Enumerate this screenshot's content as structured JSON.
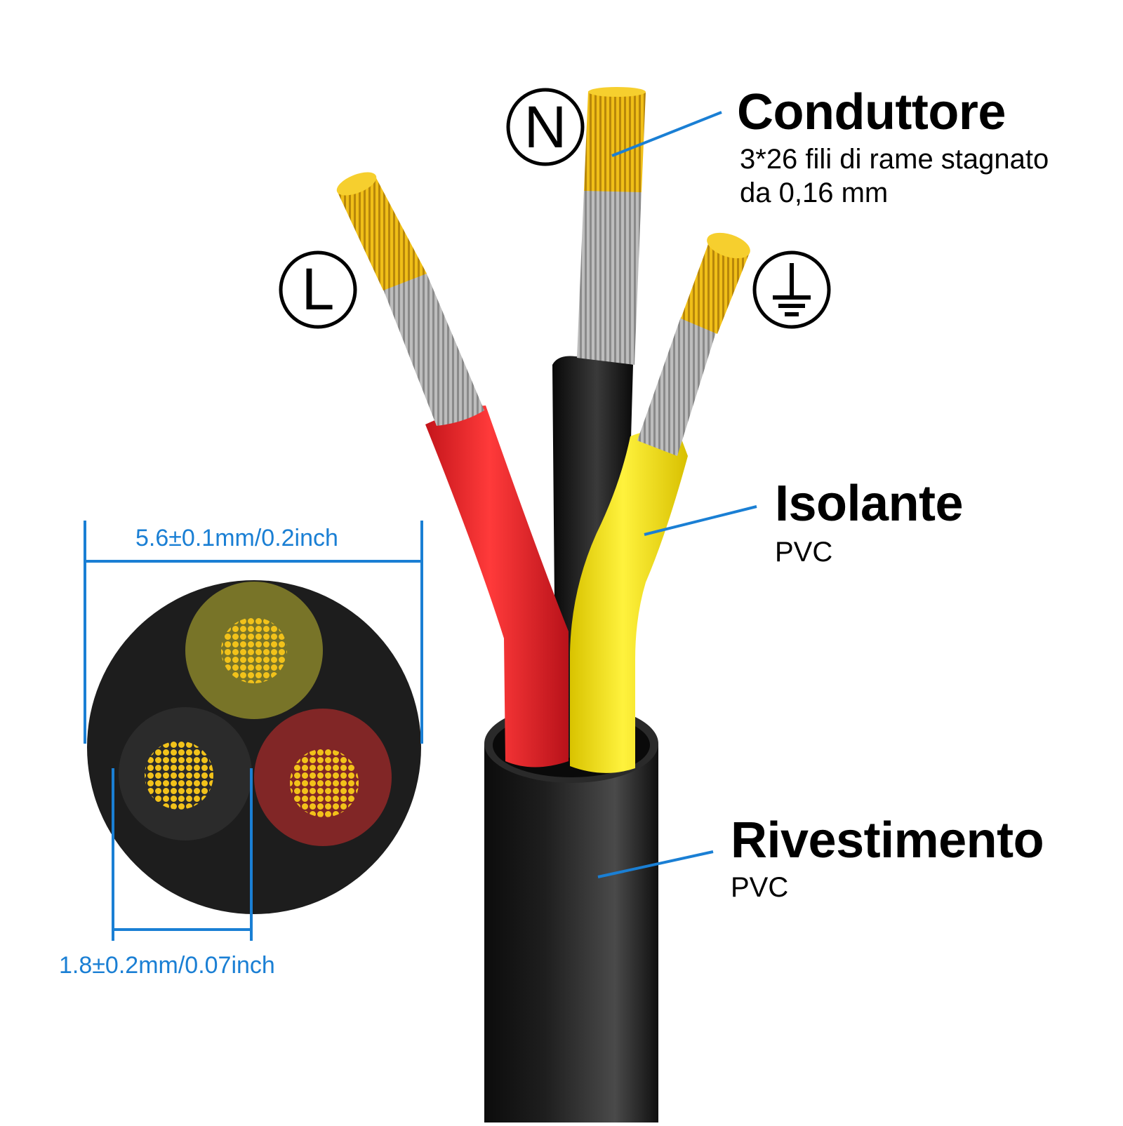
{
  "labels": {
    "conductor": {
      "title": "Conduttore",
      "desc_line1": "3*26 fili di rame stagnato",
      "desc_line2": "da 0,16 mm"
    },
    "insulation": {
      "title": "Isolante",
      "desc": "PVC"
    },
    "sheath": {
      "title": "Rivestimento",
      "desc": "PVC"
    }
  },
  "symbols": {
    "live": "L",
    "neutral": "N",
    "earth": "earth-ground-icon"
  },
  "dimensions": {
    "outer_diameter": "5.6±0.1mm/0.2inch",
    "core_diameter": "1.8±0.2mm/0.07inch"
  },
  "colors": {
    "dimension_blue": "#1a7fd4",
    "wire_red": "#f0282a",
    "wire_black": "#141414",
    "wire_yellow": "#f7e31c",
    "copper_gold": "#e8b410",
    "sheath_black": "#151515"
  }
}
